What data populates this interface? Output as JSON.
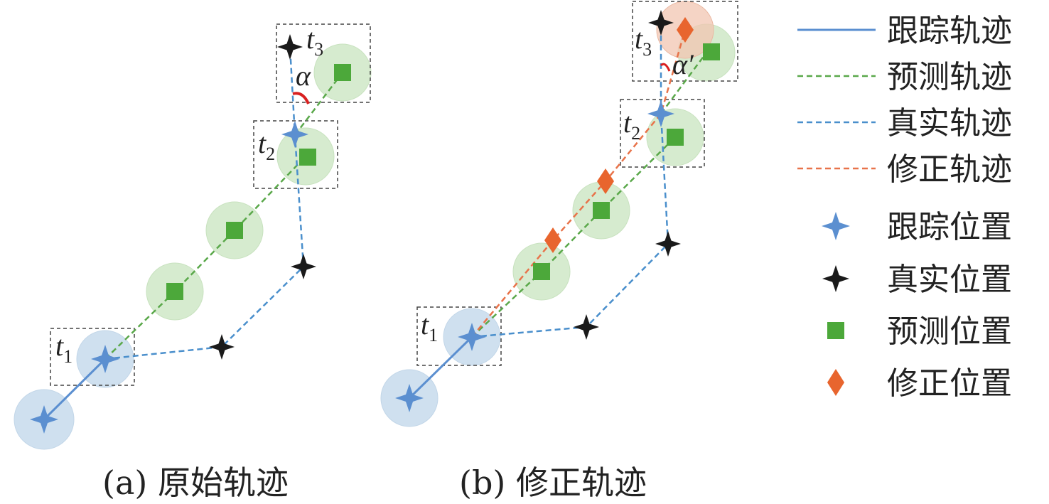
{
  "panels": {
    "a": {
      "caption": "(a) 原始轨迹",
      "time_labels": [
        {
          "letter": "t",
          "sub": "1"
        },
        {
          "letter": "t",
          "sub": "2"
        },
        {
          "letter": "t",
          "sub": "3"
        }
      ],
      "angle_label": "α"
    },
    "b": {
      "caption": "(b) 修正轨迹",
      "time_labels": [
        {
          "letter": "t",
          "sub": "1"
        },
        {
          "letter": "t",
          "sub": "2"
        },
        {
          "letter": "t",
          "sub": "3"
        }
      ],
      "angle_label": "α′"
    }
  },
  "legend": {
    "items": [
      {
        "label": "跟踪轨迹",
        "kind": "solid-line",
        "color": "#5b8fd0"
      },
      {
        "label": "预测轨迹",
        "kind": "dashed-line",
        "color": "#5aa84a"
      },
      {
        "label": "真实轨迹",
        "kind": "dashed-line",
        "color": "#4a8fcc"
      },
      {
        "label": "修正轨迹",
        "kind": "dashed-line",
        "color": "#e8734a"
      },
      {
        "label": "跟踪位置",
        "kind": "blue-star",
        "color": "#5b8fd0"
      },
      {
        "label": "真实位置",
        "kind": "black-star",
        "color": "#1a1a1a"
      },
      {
        "label": "预测位置",
        "kind": "green-square",
        "color": "#4ca83a"
      },
      {
        "label": "修正位置",
        "kind": "orange-diamond",
        "color": "#e8652e"
      }
    ]
  },
  "colors": {
    "tracking": "#5b8fd0",
    "predicted": "#5aa84a",
    "true": "#4a8fcc",
    "corrected": "#e8734a",
    "angle_arc": "#d92020"
  }
}
